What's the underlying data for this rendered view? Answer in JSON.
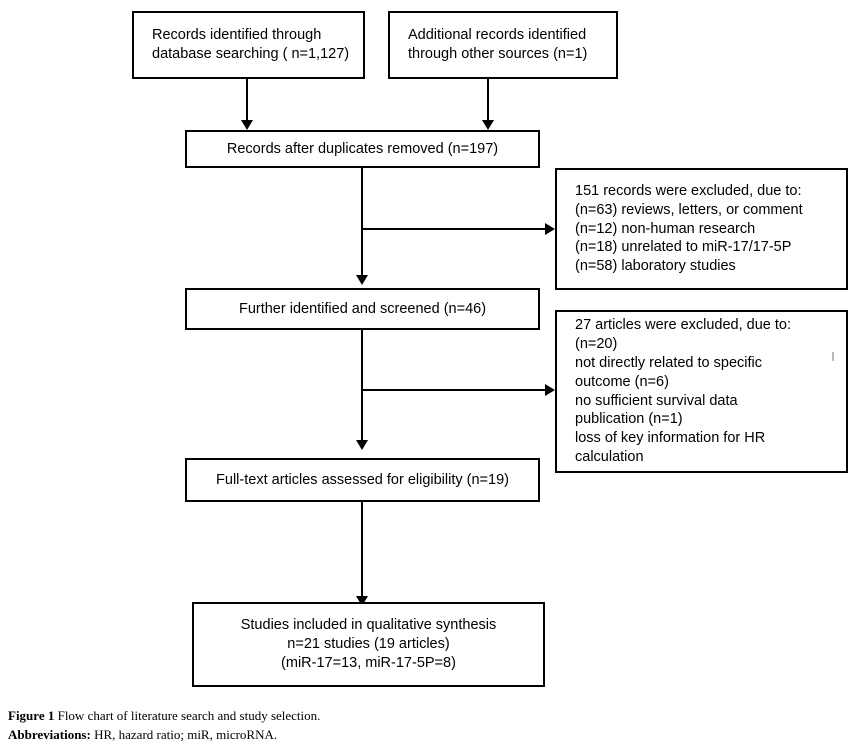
{
  "figure": {
    "type": "prisma-flow-chart",
    "caption_label": "Figure 1",
    "caption_text": "Flow chart of literature search and study selection.",
    "abbrev_label": "Abbreviations:",
    "abbrev_text": "HR, hazard ratio; miR, microRNA."
  },
  "colors": {
    "border": "#000000",
    "background": "#ffffff",
    "text": "#000000"
  },
  "nodes": {
    "identification_database": {
      "name": "Records identified through database searching",
      "text": "Records identified through\ndatabase searching ( n=1,127)",
      "n": 1127
    },
    "identification_other": {
      "name": "Additional records identified through other sources",
      "text": "Additional records identified\nthrough other sources (n=1)",
      "n": 1
    },
    "duplicates_removed": {
      "name": "Records after duplicates removed",
      "text": "Records after duplicates removed (n=197)",
      "n": 197
    },
    "excluded_records": {
      "name": "Records excluded",
      "text": "151 records were excluded, due to:\n(n=63) reviews, letters, or comment\n(n=12) non-human research\n(n=18) unrelated to miR-17/17-5P\n(n=58) laboratory studies",
      "total": 151,
      "reasons": [
        {
          "n": 63,
          "reason": "reviews, letters, or comment"
        },
        {
          "n": 12,
          "reason": "non-human research"
        },
        {
          "n": 18,
          "reason": "unrelated to miR-17/17-5P"
        },
        {
          "n": 58,
          "reason": "laboratory studies"
        }
      ]
    },
    "further_screened": {
      "name": "Further identified and screened",
      "text": "Further identified and screened (n=46)",
      "n": 46
    },
    "excluded_articles": {
      "name": "Articles excluded",
      "text": "27 articles were excluded, due to:\n(n=20)\nnot directly related to specific\noutcome (n=6)\nno sufficient survival data\npublication (n=1)\nloss of key information for HR\ncalculation",
      "total": 27,
      "reasons": [
        {
          "n": 20,
          "reason": ""
        },
        {
          "n": 6,
          "reason": "not directly related to specific outcome"
        },
        {
          "n": 1,
          "reason": "no sufficient survival data publication"
        },
        {
          "n": null,
          "reason": "loss of key information for HR calculation"
        }
      ]
    },
    "full_text_assessed": {
      "name": "Full-text articles assessed for eligibility",
      "text": "Full-text articles assessed for eligibility (n=19)",
      "n": 19
    },
    "included_studies": {
      "name": "Studies included in qualitative synthesis",
      "text": "Studies included in qualitative synthesis\nn=21 studies (19 articles)\n(miR-17=13, miR-17-5P=8)",
      "studies": 21,
      "articles": 19,
      "mir17": 13,
      "mir17_5p": 8
    }
  }
}
